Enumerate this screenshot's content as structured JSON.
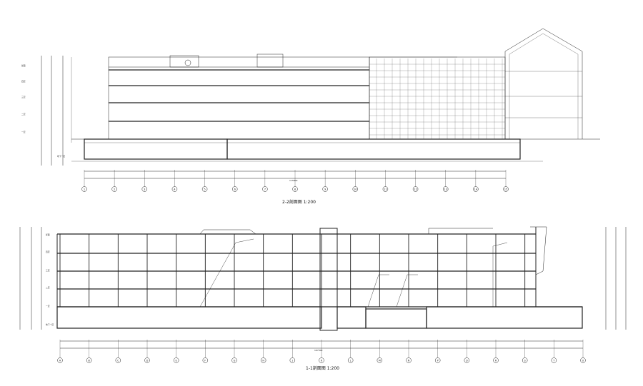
{
  "section_top": {
    "caption": "2-2剖面图  1:200",
    "total_length_label": "115800",
    "floor_labels": [
      "屋面",
      "四层",
      "三层",
      "二层",
      "一层",
      "地下一层"
    ],
    "axis_labels": [
      "1",
      "2",
      "3",
      "4",
      "5",
      "6",
      "7",
      "8",
      "9",
      "10",
      "11",
      "12",
      "13",
      "14",
      "15"
    ]
  },
  "section_bottom": {
    "caption": "1-1剖面图  1:200",
    "total_length_label": "167300",
    "floor_labels": [
      "屋面",
      "四层",
      "三层",
      "二层",
      "一层",
      "地下一层"
    ],
    "axis_labels": [
      "A",
      "B",
      "C",
      "D",
      "E",
      "F",
      "G",
      "H",
      "J",
      "K",
      "L",
      "M",
      "N",
      "P",
      "Q",
      "R",
      "S",
      "T",
      "U"
    ]
  }
}
